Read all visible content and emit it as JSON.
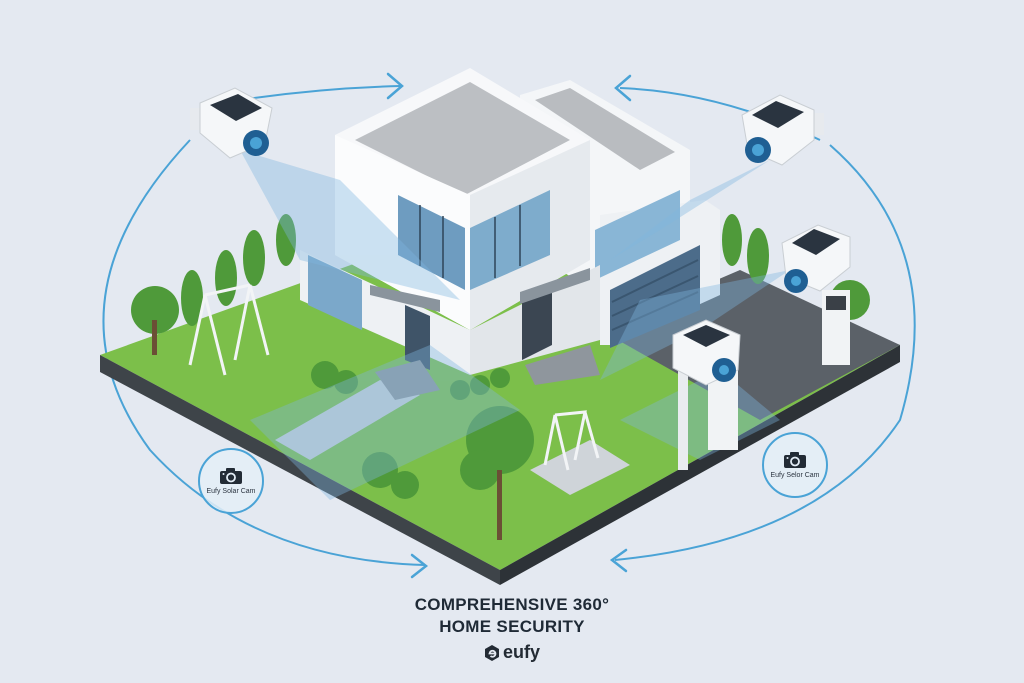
{
  "headline": {
    "line1": "COMPREHENSIVE 360°",
    "line2": "HOME SECURITY"
  },
  "brand": {
    "name": "eufy",
    "logo_icon": "eufy-hexagon-logo-icon"
  },
  "camera_badges": [
    {
      "label": "Eufy Solar Cam",
      "icon": "camera-icon",
      "position": "left"
    },
    {
      "label": "Eufy Selor Cam",
      "icon": "camera-icon",
      "position": "right"
    }
  ],
  "colors": {
    "background": "#e4e9f1",
    "accent_blue": "#4aa3d6",
    "text_dark": "#1f2a36",
    "lawn_green": "#7cbf4a",
    "house_white": "#f4f6f8"
  },
  "illustration": {
    "cameras": 4,
    "arrows": 4,
    "description": "Isometric modern house with solar security cameras covering yard"
  }
}
